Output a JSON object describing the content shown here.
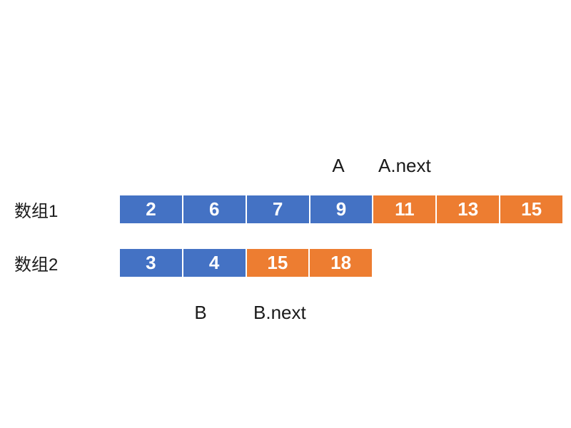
{
  "palette": {
    "blue": "#4472C4",
    "orange": "#ED7D31",
    "background": "#ffffff",
    "label_text": "#1a1a1a",
    "cell_text": "#ffffff"
  },
  "pointers": {
    "top": [
      {
        "text": "A"
      },
      {
        "text": "A.next"
      }
    ],
    "bottom": [
      {
        "text": "B"
      },
      {
        "text": "B.next"
      }
    ]
  },
  "rows": [
    {
      "label": "数组1",
      "cells": [
        {
          "value": "2",
          "fill": "blue"
        },
        {
          "value": "6",
          "fill": "blue"
        },
        {
          "value": "7",
          "fill": "blue"
        },
        {
          "value": "9",
          "fill": "blue"
        },
        {
          "value": "11",
          "fill": "orange"
        },
        {
          "value": "13",
          "fill": "orange"
        },
        {
          "value": "15",
          "fill": "orange"
        }
      ]
    },
    {
      "label": "数组2",
      "cells": [
        {
          "value": "3",
          "fill": "blue"
        },
        {
          "value": "4",
          "fill": "blue"
        },
        {
          "value": "15",
          "fill": "orange"
        },
        {
          "value": "18",
          "fill": "orange"
        }
      ]
    }
  ]
}
